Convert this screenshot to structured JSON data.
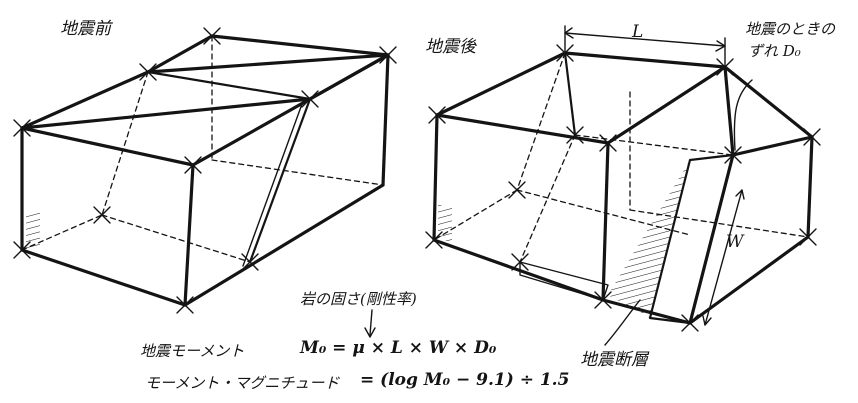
{
  "labels": {
    "before": "地震前",
    "after": "地震後",
    "length": "L",
    "slip_line1": "地震のときの",
    "slip_line2": "ずれ D₀",
    "width": "W",
    "rigidity": "岩の固さ(剛性率)",
    "fault": "地震断層",
    "moment_label": "地震モーメント",
    "moment_formula": "M₀ = μ × L × W × D₀",
    "magnitude_label": "モーメント・マグニチュード",
    "magnitude_formula": "= (log M₀ − 9.1) ÷ 1.5"
  },
  "colors": {
    "ink": "#141414",
    "paper": "#ffffff"
  }
}
